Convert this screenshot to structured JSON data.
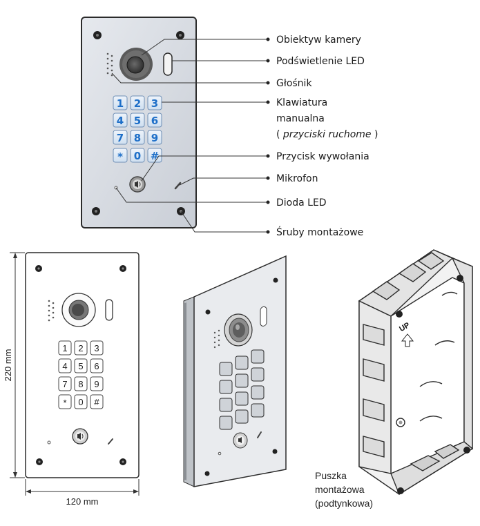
{
  "callouts": [
    {
      "id": "camera",
      "text": "Obiektyw kamery"
    },
    {
      "id": "led_light",
      "text": "Podświetlenie LED"
    },
    {
      "id": "speaker",
      "text": "Głośnik"
    },
    {
      "id": "keypad_1",
      "text": "Klawiatura"
    },
    {
      "id": "keypad_2",
      "text": "manualna"
    },
    {
      "id": "keypad_3a",
      "text": "( "
    },
    {
      "id": "keypad_3b",
      "text": "przyciski ruchome"
    },
    {
      "id": "keypad_3c",
      "text": " )"
    },
    {
      "id": "call",
      "text": "Przycisk wywołania"
    },
    {
      "id": "mic",
      "text": "Mikrofon"
    },
    {
      "id": "diode",
      "text": "Dioda LED"
    },
    {
      "id": "screws",
      "text": "Śruby montażowe"
    }
  ],
  "keys": [
    "1",
    "2",
    "3",
    "4",
    "5",
    "6",
    "7",
    "8",
    "9",
    "*",
    "0",
    "#"
  ],
  "dimensions": {
    "height": "220 mm",
    "width": "120 mm"
  },
  "box_label": [
    "Puszka",
    "montażowa",
    "(podtynkowa)"
  ],
  "box_mark": "UP",
  "colors": {
    "panel": "#d9dde3",
    "panel_stroke": "#2b2b2b",
    "key_text": "#1e6fc8",
    "key_fill": "#dde9f7"
  }
}
